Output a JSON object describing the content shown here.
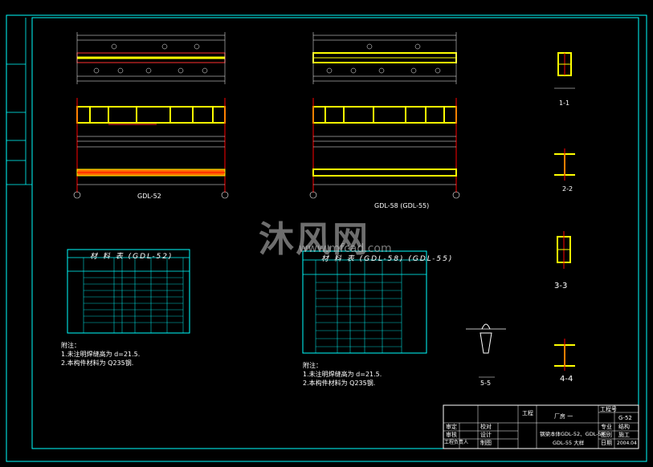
{
  "drawing": {
    "beam_label_left": "GDL-52",
    "beam_label_right": "GDL-58 (GDL-55)",
    "section_labels": [
      "1-1",
      "2-2",
      "3-3",
      "4-4",
      "5-5"
    ],
    "table_left_title": "材 料 表 (GDL-52)",
    "table_right_title": "材 料 表 (GDL-58) (GDL-55)",
    "notes_left_title": "附注：",
    "notes_left": [
      "1.未注明焊缝高为 d=21.5.",
      "2.本构件材料为 Q235钢."
    ],
    "notes_right_title": "附注：",
    "notes_right": [
      "1.未注明焊缝高为 d=21.5.",
      "2.本构件材料为 Q235钢."
    ]
  },
  "title_block": {
    "row1": [
      "",
      "",
      "",
      "",
      "工程",
      "工程号",
      "G-52"
    ],
    "designer": "审定",
    "checker": "审核",
    "drawer": "工程负责人",
    "col2": [
      "校对",
      "设计",
      "制图"
    ],
    "project": "厂房 一",
    "drawing_name": "钢梁本体GDL-52、GDL-58",
    "drawing_name2": "GDL-55 大样",
    "stage": "专业",
    "stage_val": "结构",
    "scale": "图别",
    "scale_val": "施工",
    "date_label": "日期",
    "date_val": "2004.04"
  },
  "watermark": {
    "text": "沐风网",
    "url": "www.mfcad.com"
  },
  "colors": {
    "frame": "#00ffff",
    "beam": "#ffff00",
    "red": "#ff0000",
    "white": "#ffffff",
    "green": "#00ff00"
  }
}
